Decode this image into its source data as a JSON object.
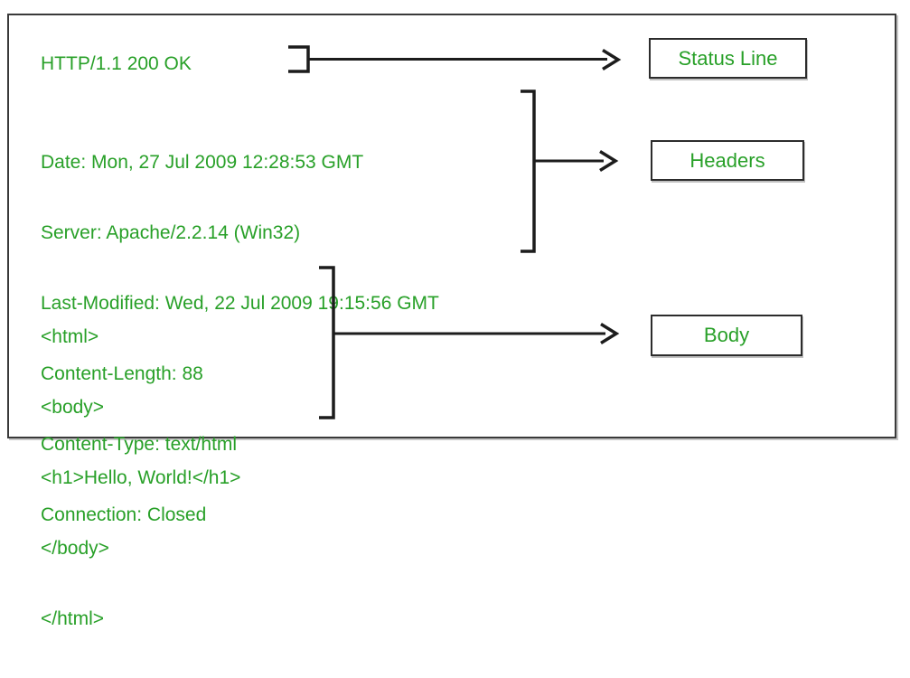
{
  "colors": {
    "text_green": "#28a028",
    "line": "#1c1c1c"
  },
  "response": {
    "status_line": "HTTP/1.1 200 OK",
    "headers": [
      "Date: Mon, 27 Jul 2009 12:28:53 GMT",
      "Server: Apache/2.2.14 (Win32)",
      "Last-Modified: Wed, 22 Jul 2009 19:15:56 GMT",
      "Content-Length: 88",
      "Content-Type: text/html",
      "Connection: Closed"
    ],
    "body": [
      "<html>",
      "<body>",
      "<h1>Hello, World!</h1>",
      "</body>",
      "</html>"
    ]
  },
  "labels": {
    "status_line": "Status Line",
    "headers": "Headers",
    "body": "Body"
  }
}
